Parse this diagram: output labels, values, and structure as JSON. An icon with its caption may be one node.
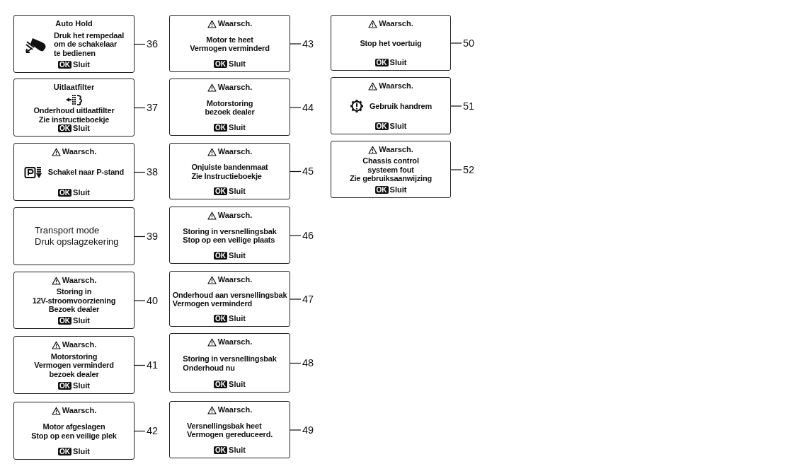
{
  "diagram": {
    "nodes": [
      {
        "text": [
          "Auto Hold",
          "Druk het rempedaal om de schakelaar te bedienen",
          "OK",
          "Sluit"
        ]
      },
      {
        "text": [
          "Uitlaatfilter",
          "Onderhoud uitlaatfilter Zie instructieboekje",
          "OK",
          "Sluit"
        ]
      },
      {
        "text": [
          "Waarsch.",
          "Schakel naar P-stand",
          "OK",
          "Sluit"
        ]
      },
      {
        "text": [
          "Transport mode Druk opslagzekering"
        ]
      },
      {
        "text": [
          "Waarsch.",
          "Storing in 12V-stroomvoorziening Bezoek dealer",
          "OK",
          "Sluit"
        ]
      },
      {
        "text": [
          "Waarsch.",
          "Motorstoring Vermogen verminderd bezoek dealer",
          "OK",
          "Sluit"
        ]
      },
      {
        "text": [
          "Waarsch.",
          "Motor afgeslagen Stop op een veilige plek",
          "OK",
          "Sluit"
        ]
      },
      {
        "text": [
          "Waarsch.",
          "Motor te heet Vermogen verminderd",
          "OK",
          "Sluit"
        ]
      },
      {
        "text": [
          "Waarsch.",
          "Motorstoring bezoek dealer",
          "OK",
          "Sluit"
        ]
      },
      {
        "text": [
          "Waarsch.",
          "Onjuiste bandenmaat Zie Instructieboekje",
          "OK",
          "Sluit"
        ]
      },
      {
        "text": [
          "Waarsch.",
          "Storing in versnellingsbak Stop op een veilige plaats",
          "OK",
          "Sluit"
        ]
      },
      {
        "text": [
          "Waarsch.",
          "Onderhoud aan versnellingsbak Vermogen verminderd",
          "OK",
          "Sluit"
        ]
      },
      {
        "text": [
          "Waarsch.",
          "Storing in versnellingsbak Onderhoud nu",
          "OK",
          "Sluit"
        ]
      },
      {
        "text": [
          "Waarsch.",
          "Versnellingsbak heet Vermogen gereduceerd.",
          "OK",
          "Sluit"
        ]
      },
      {
        "text": [
          "Waarsch.",
          "Stop het voertuig",
          "OK",
          "Sluit"
        ]
      },
      {
        "text": [
          "Waarsch.",
          "Gebruik handrem",
          "OK",
          "Sluit"
        ]
      },
      {
        "text": [
          "Waarsch.",
          "Chassis control systeem fout Zie gebruiksaanwijzing",
          "OK",
          "Sluit"
        ]
      },
      {
        "text": [
          "36"
        ]
      },
      {
        "text": [
          "37"
        ]
      },
      {
        "text": [
          "38"
        ]
      },
      {
        "text": [
          "39"
        ]
      },
      {
        "text": [
          "40"
        ]
      },
      {
        "text": [
          "41"
        ]
      },
      {
        "text": [
          "42"
        ]
      },
      {
        "text": [
          "43"
        ]
      },
      {
        "text": [
          "44"
        ]
      },
      {
        "text": [
          "45"
        ]
      },
      {
        "text": [
          "46"
        ]
      },
      {
        "text": [
          "47"
        ]
      },
      {
        "text": [
          "48"
        ]
      },
      {
        "text": [
          "49"
        ]
      },
      {
        "text": [
          "50"
        ]
      },
      {
        "text": [
          "51"
        ]
      },
      {
        "text": [
          "52"
        ]
      }
    ],
    "edges": [
      {
        "from": 17,
        "to": 0,
        "arrow": "none"
      },
      {
        "from": 18,
        "to": 1,
        "arrow": "none"
      },
      {
        "from": 19,
        "to": 2,
        "arrow": "none"
      },
      {
        "from": 20,
        "to": 3,
        "arrow": "none"
      },
      {
        "from": 21,
        "to": 4,
        "arrow": "none"
      },
      {
        "from": 22,
        "to": 5,
        "arrow": "none"
      },
      {
        "from": 23,
        "to": 6,
        "arrow": "none"
      },
      {
        "from": 24,
        "to": 7,
        "arrow": "none"
      },
      {
        "from": 25,
        "to": 8,
        "arrow": "none"
      },
      {
        "from": 26,
        "to": 9,
        "arrow": "none"
      },
      {
        "from": 27,
        "to": 10,
        "arrow": "none"
      },
      {
        "from": 28,
        "to": 11,
        "arrow": "none"
      },
      {
        "from": 29,
        "to": 12,
        "arrow": "none"
      },
      {
        "from": 30,
        "to": 13,
        "arrow": "none"
      },
      {
        "from": 31,
        "to": 14,
        "arrow": "none"
      },
      {
        "from": 32,
        "to": 15,
        "arrow": "none"
      },
      {
        "from": 33,
        "to": 16,
        "arrow": "none"
      }
    ]
  }
}
